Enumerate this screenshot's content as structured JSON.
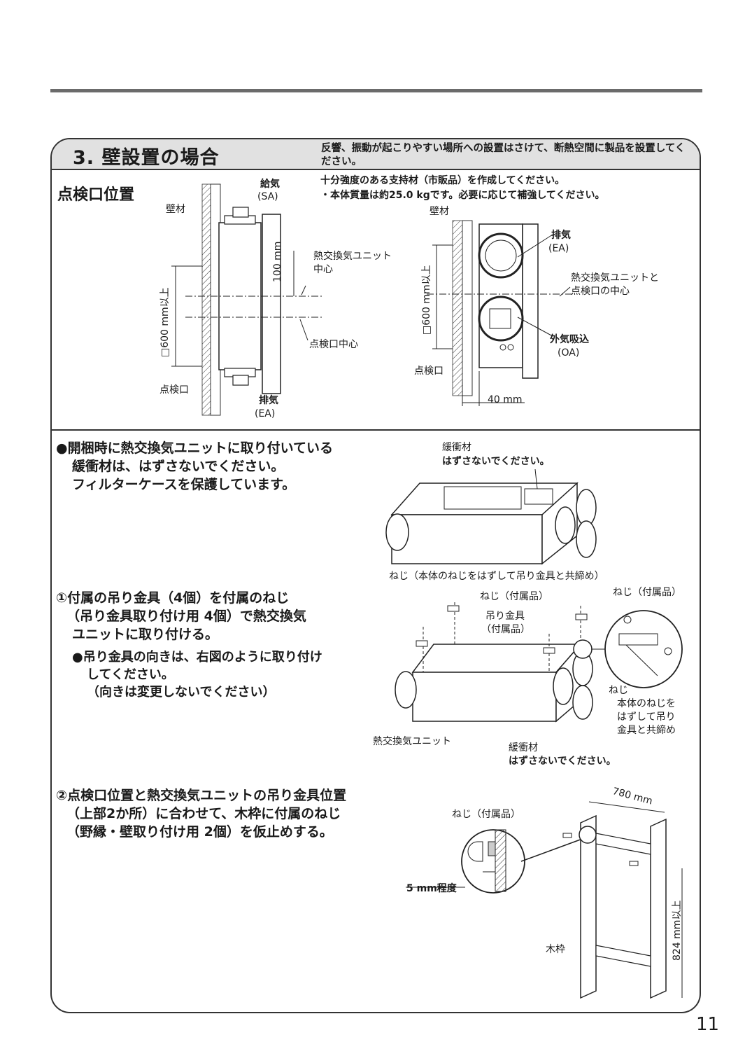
{
  "page_number": "11",
  "section": {
    "title": "3. 壁設置の場合",
    "note": "反響、振動が起こりやすい場所への設置はさけて、断熱空間に製品を設置してください。"
  },
  "inspection": {
    "title": "点検口位置",
    "support_note_1": "十分強度のある支持材（市販品）を作成してください。",
    "support_note_2": "・本体質量は約25.0 kgです。必要に応じて補強してください。",
    "left_diagram": {
      "wall": "壁材",
      "supply": "給気",
      "supply_code": "(SA)",
      "dim_100": "100 mm",
      "unit_center_1": "熱交換気ユニット",
      "unit_center_2": "中心",
      "opening_dim": "□600 mm以上",
      "opening_center": "点検口中心",
      "opening": "点検口",
      "exhaust": "排気",
      "exhaust_code": "(EA)"
    },
    "right_diagram": {
      "wall": "壁材",
      "exhaust": "排気",
      "exhaust_code": "(EA)",
      "center_1": "熱交換気ユニットと",
      "center_2": "点検口の中心",
      "opening_dim": "□600 mm以上",
      "intake": "外気吸込",
      "intake_code": "(OA)",
      "opening": "点検口",
      "dim_40": "40 mm"
    }
  },
  "steps": {
    "cushion_note_1": "●開梱時に熱交換気ユニットに取り付いている",
    "cushion_note_2": "緩衝材は、はずさないでください。",
    "cushion_note_3": "フィルターケースを保護しています。",
    "cushion_label": "緩衝材",
    "cushion_warning": "はずさないでください。",
    "step1_line1": "①付属の吊り金具（4個）を付属のねじ",
    "step1_line2": "（吊り金具取り付け用 4個）で熱交換気",
    "step1_line3": "ユニットに取り付ける。",
    "step1_sub1": "●吊り金具の向きは、右図のように取り付け",
    "step1_sub2": "してください。",
    "step1_sub3": "（向きは変更しないでください）",
    "screw_body": "ねじ（本体のねじをはずして吊り金具と共締め）",
    "screw_acc": "ねじ（付属品）",
    "screw_acc_zoom": "ねじ（付属品）",
    "bracket": "吊り金具",
    "bracket_acc": "（付属品）",
    "zoom_screw": "ねじ",
    "zoom_note_1": "本体のねじを",
    "zoom_note_2": "はずして吊り",
    "zoom_note_3": "金具と共締め",
    "unit_label": "熱交換気ユニット",
    "cushion_label_2": "緩衝材",
    "cushion_warning_2": "はずさないでください。",
    "step2_line1": "②点検口位置と熱交換気ユニットの吊り金具位置",
    "step2_line2": "（上部2か所）に合わせて、木枠に付属のねじ",
    "step2_line3": "（野縁・壁取り付け用 2個）を仮止めする。",
    "frame_screw": "ねじ（付属品）",
    "dim_780": "780 mm",
    "dim_5": "5 mm程度",
    "wood_frame": "木枠",
    "dim_824": "824 mm以上"
  }
}
